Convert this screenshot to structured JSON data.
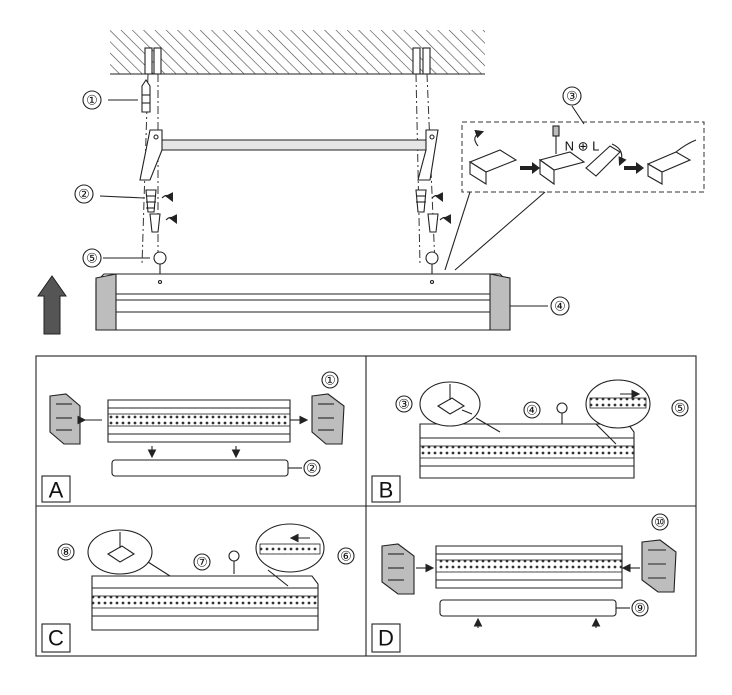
{
  "top_labels": {
    "n1": "①",
    "n2": "②",
    "n3": "③",
    "n4": "④",
    "n5": "⑤",
    "wiring_text": "N ⊕ L"
  },
  "panels": [
    {
      "letter": "A",
      "labels": [
        "①",
        "②"
      ]
    },
    {
      "letter": "B",
      "labels": [
        "③",
        "④",
        "⑤"
      ]
    },
    {
      "letter": "C",
      "labels": [
        "⑧",
        "⑦",
        "⑥"
      ]
    },
    {
      "letter": "D",
      "labels": [
        "⑩",
        "⑨"
      ]
    }
  ],
  "colors": {
    "line": "#222222",
    "hatch": "#444444",
    "arrow": "#555555",
    "led": "#333333"
  }
}
